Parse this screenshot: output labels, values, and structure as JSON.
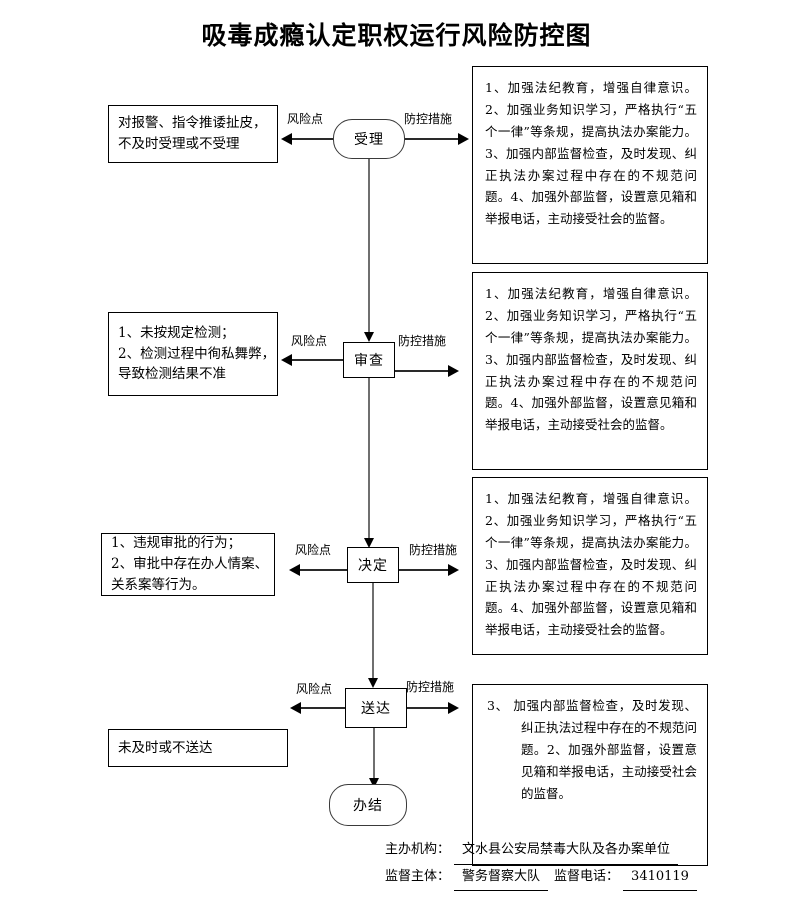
{
  "title": "吸毒成瘾认定职权运行风险防控图",
  "edge_labels": {
    "risk": "风险点",
    "measure": "防控措施"
  },
  "flow": {
    "nodes": [
      {
        "id": "accept",
        "label": "受理",
        "shape": "stadium"
      },
      {
        "id": "review",
        "label": "审查",
        "shape": "rect"
      },
      {
        "id": "decide",
        "label": "决定",
        "shape": "rect"
      },
      {
        "id": "deliver",
        "label": "送达",
        "shape": "rect"
      },
      {
        "id": "finish",
        "label": "办结",
        "shape": "stadium"
      }
    ]
  },
  "risks": [
    {
      "node": "受理",
      "lines": [
        "对报警、指令推诿扯皮，",
        "不及时受理或不受理"
      ]
    },
    {
      "node": "审查",
      "lines": [
        "1、未按规定检测；",
        "2、检测过程中徇私舞弊，",
        "导致检测结果不准"
      ]
    },
    {
      "node": "决定",
      "lines": [
        "1、违规审批的行为；",
        "2、审批中存在办人情案、",
        "关系案等行为。"
      ]
    },
    {
      "node": "送达",
      "lines": [
        "未及时或不送达"
      ]
    }
  ],
  "measures": [
    {
      "node": "受理",
      "text": "1、加强法纪教育，增强自律意识。2、加强业务知识学习，严格执行“五个一律”等条规，提高执法办案能力。 3、加强内部监督检查，及时发现、纠正执法办案过程中存在的不规范问题。4、加强外部监督，设置意见箱和举报电话，主动接受社会的监督。"
    },
    {
      "node": "审查",
      "text": "1、加强法纪教育，增强自律意识。2、加强业务知识学习，严格执行“五个一律”等条规，提高执法办案能力。3、加强内部监督检查，及时发现、纠正执法办案过程中存在的不规范问题。4、加强外部监督，设置意见箱和举报电话，主动接受社会的监督。"
    },
    {
      "node": "决定",
      "text": "1、加强法纪教育，增强自律意识。2、加强业务知识学习，严格执行“五个一律”等条规，提高执法办案能力。3、加强内部监督检查，及时发现、纠正执法办案过程中存在的不规范问题。4、加强外部监督，设置意见箱和举报电话，主动接受社会的监督。"
    },
    {
      "node": "送达",
      "text": "3、 加强内部监督检查，及时发现、纠正执法过程中存在的不规范问题。2、加强外部监督，设置意见箱和举报电话，主动接受社会的监督。"
    }
  ],
  "footer": {
    "organizer_label": "主办机构：",
    "organizer_value": "文水县公安局禁毒大队及各办案单位",
    "supervisor_label": "监督主体：",
    "supervisor_value": "警务督察大队",
    "phone_label": "监督电话：",
    "phone_value": "3410119"
  }
}
